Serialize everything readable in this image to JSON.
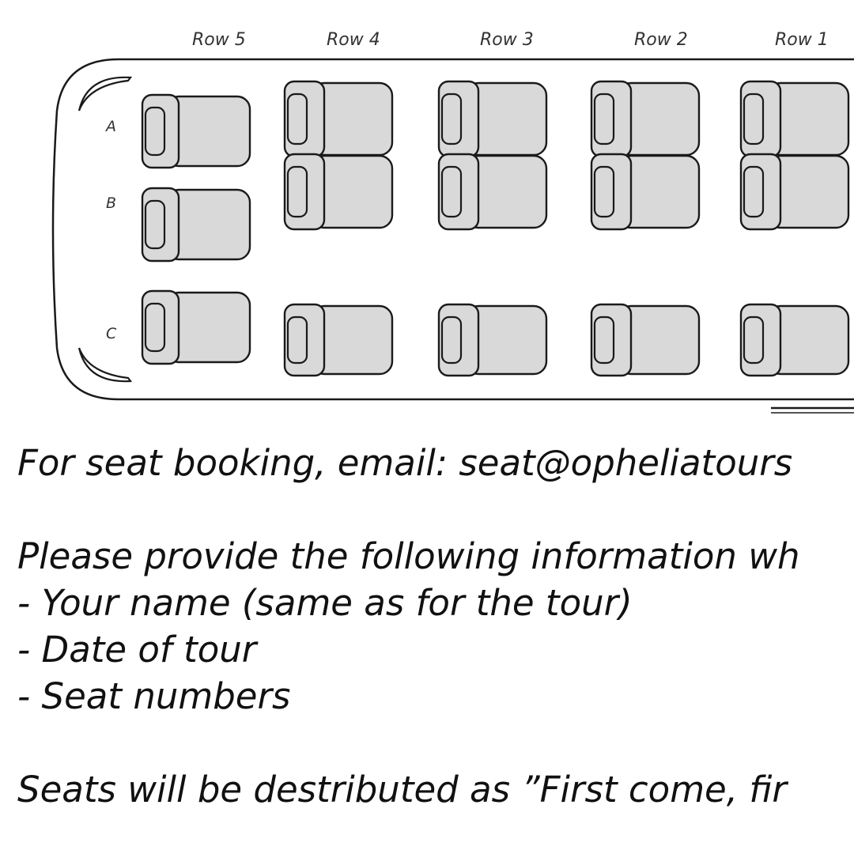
{
  "seat_map": {
    "rows": [
      {
        "id": "row-5",
        "label": "Row 5",
        "seats": [
          "A",
          "B",
          "C"
        ]
      },
      {
        "id": "row-4",
        "label": "Row 4",
        "seats": [
          "A",
          "B",
          "C"
        ]
      },
      {
        "id": "row-3",
        "label": "Row 3",
        "seats": [
          "A",
          "B",
          "C"
        ]
      },
      {
        "id": "row-2",
        "label": "Row 2",
        "seats": [
          "A",
          "B",
          "C"
        ]
      },
      {
        "id": "row-1",
        "label": "Row 1",
        "seats": [
          "A",
          "B",
          "C"
        ]
      }
    ],
    "columns": [
      "A",
      "B",
      "C"
    ],
    "seat_fill_color": "#d9d9d9",
    "outline_color": "#1a1a1a"
  },
  "info": {
    "booking_line": "For seat booking, email: seat@opheliatours",
    "provide_line": "Please provide the following information wh",
    "items": [
      "- Your name (same as for the tour)",
      "- Date of tour",
      "- Seat numbers"
    ],
    "distribution_line": "Seats will be destributed as ”First come, fir"
  }
}
